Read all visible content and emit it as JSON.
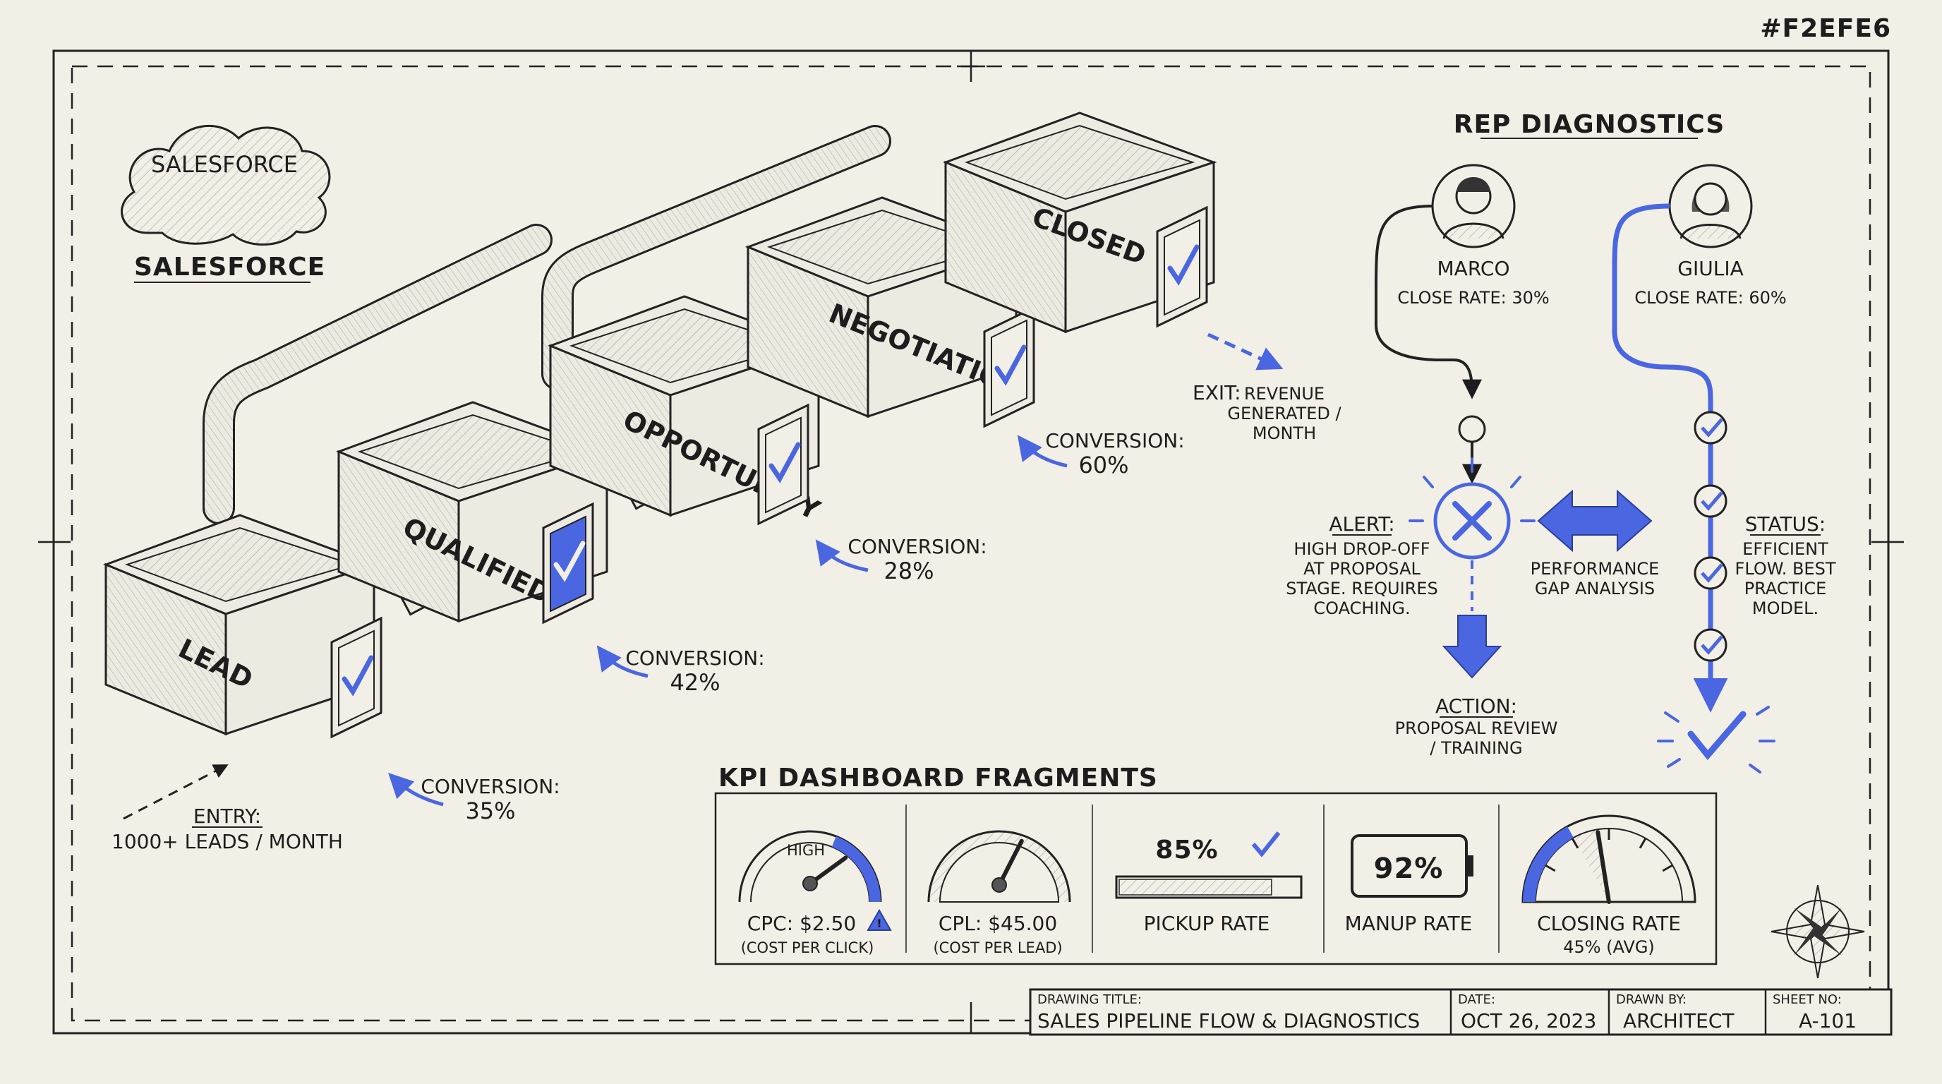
{
  "palette": {
    "paper": "#F2EFE6",
    "ink": "#1d1d1d",
    "accent": "#4A66E0"
  },
  "corner_tag": "#F2EFE6",
  "brand": {
    "cloud_label": "SALESFORCE",
    "title": "SALESFORCE"
  },
  "pipeline": {
    "stages": [
      "LEAD",
      "QUALIFIED",
      "OPPORTUNITY",
      "NEGOTIATION",
      "CLOSED"
    ],
    "entry": {
      "label": "ENTRY:",
      "value": "1000+ LEADS / MONTH"
    },
    "conversions": [
      {
        "label": "CONVERSION:",
        "value": "35%"
      },
      {
        "label": "CONVERSION:",
        "value": "42%"
      },
      {
        "label": "CONVERSION:",
        "value": "28%"
      },
      {
        "label": "CONVERSION:",
        "value": "60%"
      }
    ],
    "exit": {
      "label": "EXIT:",
      "line1": "REVENUE",
      "line2": "GENERATED /",
      "line3": "MONTH"
    }
  },
  "rep_diagnostics": {
    "title": "REP DIAGNOSTICS",
    "rep1": {
      "name": "MARCO",
      "stat": "CLOSE RATE: 30%"
    },
    "rep2": {
      "name": "GIULIA",
      "stat": "CLOSE RATE: 60%"
    },
    "alert": {
      "title": "ALERT:",
      "lines": [
        "HIGH DROP-OFF",
        "AT PROPOSAL",
        "STAGE. REQUIRES",
        "COACHING."
      ]
    },
    "gap": {
      "lines": [
        "PERFORMANCE",
        "GAP ANALYSIS"
      ]
    },
    "action": {
      "title": "ACTION:",
      "lines": [
        "PROPOSAL REVIEW",
        "/ TRAINING"
      ]
    },
    "status": {
      "title": "STATUS:",
      "lines": [
        "EFFICIENT",
        "FLOW. BEST",
        "PRACTICE",
        "MODEL."
      ]
    }
  },
  "kpi": {
    "title": "KPI DASHBOARD FRAGMENTS",
    "cpc": {
      "gauge_label": "HIGH",
      "label": "CPC: $2.50",
      "sub": "(COST PER CLICK)",
      "level": 0.8
    },
    "cpl": {
      "label": "CPL: $45.00",
      "sub": "(COST PER LEAD)",
      "level": 0.65
    },
    "pickup": {
      "value": "85%",
      "label": "PICKUP RATE",
      "level": 0.85
    },
    "manup": {
      "value": "92%",
      "label": "MANUP RATE"
    },
    "closing": {
      "label": "CLOSING RATE",
      "sub": "45% (AVG)",
      "level": 0.45
    }
  },
  "title_block": {
    "drawing_title_label": "DRAWING TITLE:",
    "drawing_title": "SALES PIPELINE FLOW & DIAGNOSTICS",
    "date_label": "DATE:",
    "date": "OCT 26, 2023",
    "drawn_by_label": "DRAWN BY:",
    "drawn_by": "ARCHITECT",
    "sheet_label": "SHEET NO:",
    "sheet": "A-101"
  }
}
